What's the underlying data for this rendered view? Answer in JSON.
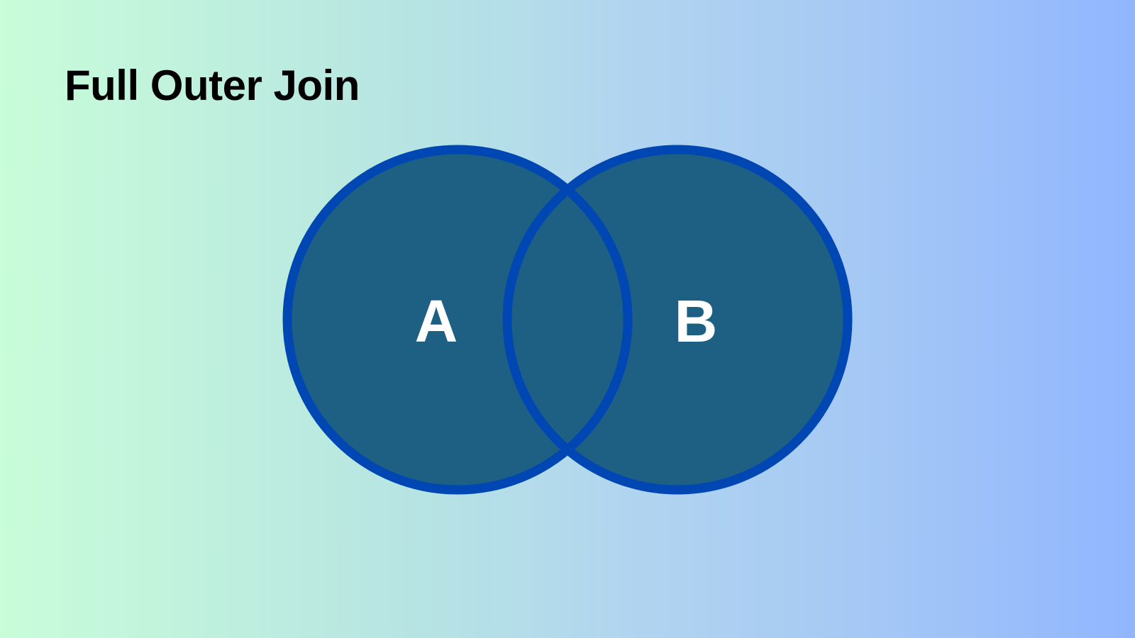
{
  "title": "Full Outer Join",
  "sets": [
    {
      "label": "A"
    },
    {
      "label": "B"
    }
  ],
  "colors": {
    "circle_fill": "#1e5f84",
    "circle_stroke": "#0047b3",
    "label_text": "#ffffff",
    "title_text": "#000000",
    "background_start": "#c8fdd9",
    "background_end": "#91b6fe"
  }
}
